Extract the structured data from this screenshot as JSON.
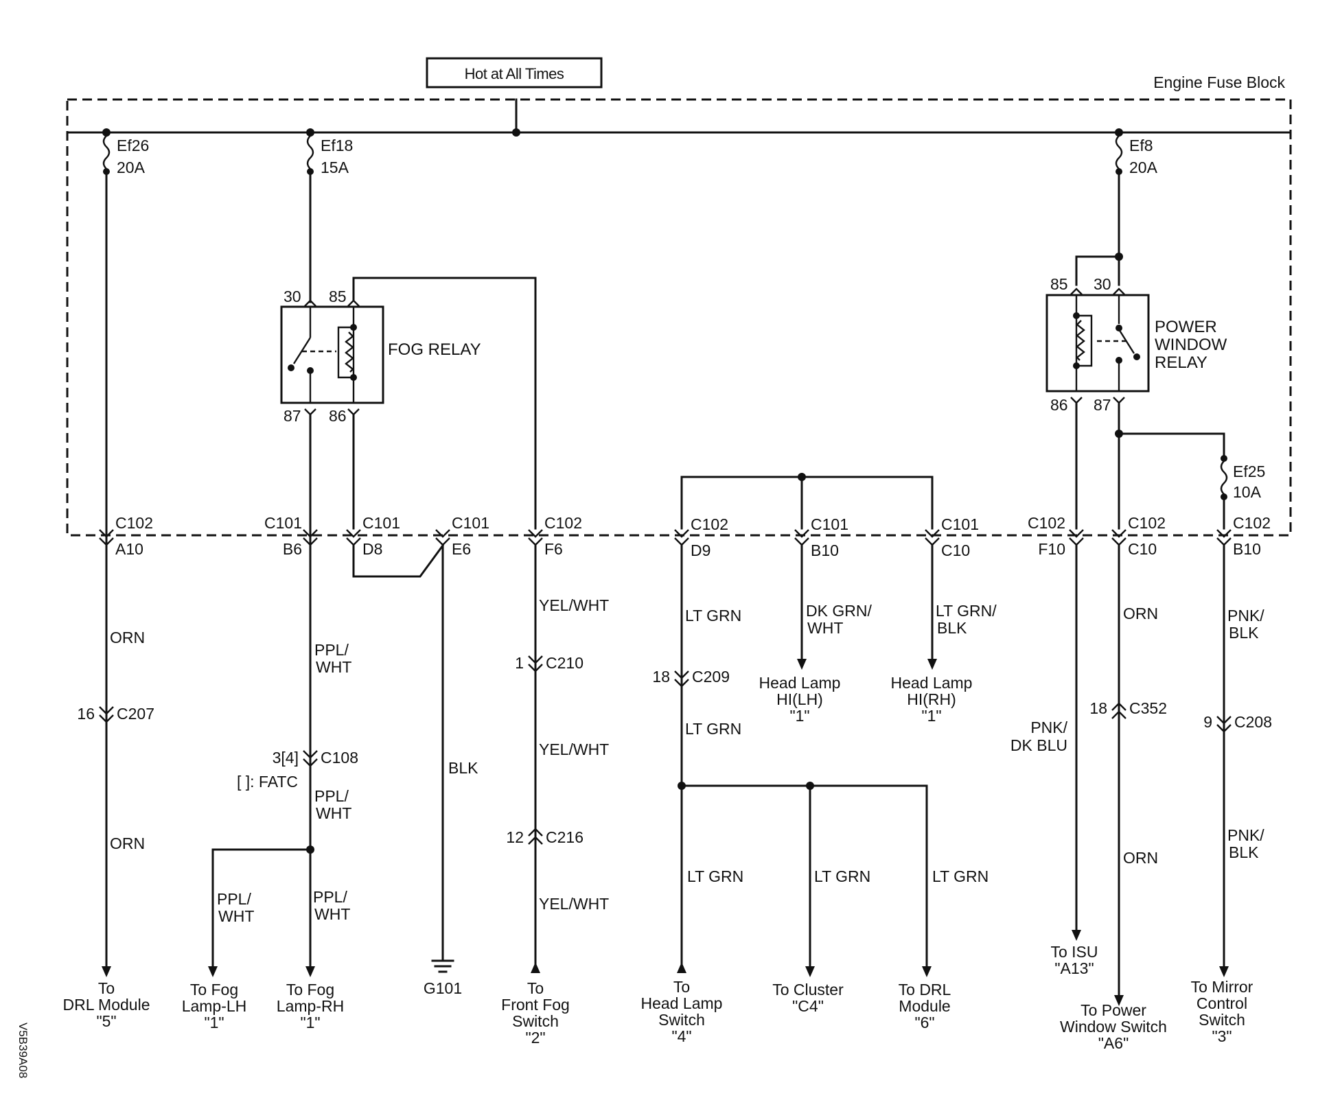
{
  "header": {
    "hot_label": "Hot at All Times",
    "block_label": "Engine Fuse Block"
  },
  "code": "V5B39A08",
  "fuses": [
    {
      "name": "Ef26",
      "rating": "20A"
    },
    {
      "name": "Ef18",
      "rating": "15A"
    },
    {
      "name": "Ef8",
      "rating": "20A"
    },
    {
      "name": "Ef25",
      "rating": "10A"
    }
  ],
  "relays": {
    "fog": {
      "name": "FOG RELAY",
      "pins": [
        "30",
        "85",
        "87",
        "86"
      ]
    },
    "power_window": {
      "line1": "POWER",
      "line2": "WINDOW",
      "line3": "RELAY",
      "pins": [
        "85",
        "30",
        "86",
        "87"
      ]
    }
  },
  "block_connectors": [
    {
      "conn": "C102",
      "pin": "A10"
    },
    {
      "conn": "C101",
      "pin": "B6"
    },
    {
      "conn": "C101",
      "pin": "D8"
    },
    {
      "conn": "C101",
      "pin": "E6"
    },
    {
      "conn": "C102",
      "pin": "F6"
    },
    {
      "conn": "C102",
      "pin": "D9"
    },
    {
      "conn": "C101",
      "pin": "B10"
    },
    {
      "conn": "C101",
      "pin": "C10"
    },
    {
      "conn": "C102",
      "pin": "F10"
    },
    {
      "conn": "C102",
      "pin": "C10"
    },
    {
      "conn": "C102",
      "pin": "B10"
    }
  ],
  "inline_connectors": [
    {
      "pin": "16",
      "conn": "C207"
    },
    {
      "pin": "3[4]",
      "conn": "C108"
    },
    {
      "pin": "1",
      "conn": "C210"
    },
    {
      "pin": "12",
      "conn": "C216"
    },
    {
      "pin": "18",
      "conn": "C209"
    },
    {
      "pin": "18",
      "conn": "C352"
    },
    {
      "pin": "9",
      "conn": "C208"
    }
  ],
  "fatc_note": "[ ]: FATC",
  "wires": {
    "orn": "ORN",
    "ppl": "PPL/",
    "wht": "WHT",
    "blk": "BLK",
    "yel_wht": "YEL/WHT",
    "lt_grn": "LT GRN",
    "dk_grn": "DK GRN/",
    "lt_grn_slash": "LT GRN/",
    "blk2": "BLK",
    "pnk": "PNK/",
    "dk_blu": "DK BLU"
  },
  "destinations": [
    {
      "lines": [
        "To",
        "DRL Module",
        "\"5\""
      ]
    },
    {
      "lines": [
        "To Fog",
        "Lamp-LH",
        "\"1\""
      ]
    },
    {
      "lines": [
        "To Fog",
        "Lamp-RH",
        "\"1\""
      ]
    },
    {
      "lines": [
        "G101"
      ]
    },
    {
      "lines": [
        "To",
        "Front Fog",
        "Switch",
        "\"2\""
      ]
    },
    {
      "lines": [
        "To",
        "Head Lamp",
        "Switch",
        "\"4\""
      ]
    },
    {
      "lines": [
        "Head Lamp",
        "HI(LH)",
        "\"1\""
      ]
    },
    {
      "lines": [
        "Head Lamp",
        "HI(RH)",
        "\"1\""
      ]
    },
    {
      "lines": [
        "To Cluster",
        "\"C4\""
      ]
    },
    {
      "lines": [
        "To DRL",
        "Module",
        "\"6\""
      ]
    },
    {
      "lines": [
        "To ISU",
        "\"A13\""
      ]
    },
    {
      "lines": [
        "To Power",
        "Window Switch",
        "\"A6\""
      ]
    },
    {
      "lines": [
        "To Mirror",
        "Control",
        "Switch",
        "\"3\""
      ]
    }
  ]
}
